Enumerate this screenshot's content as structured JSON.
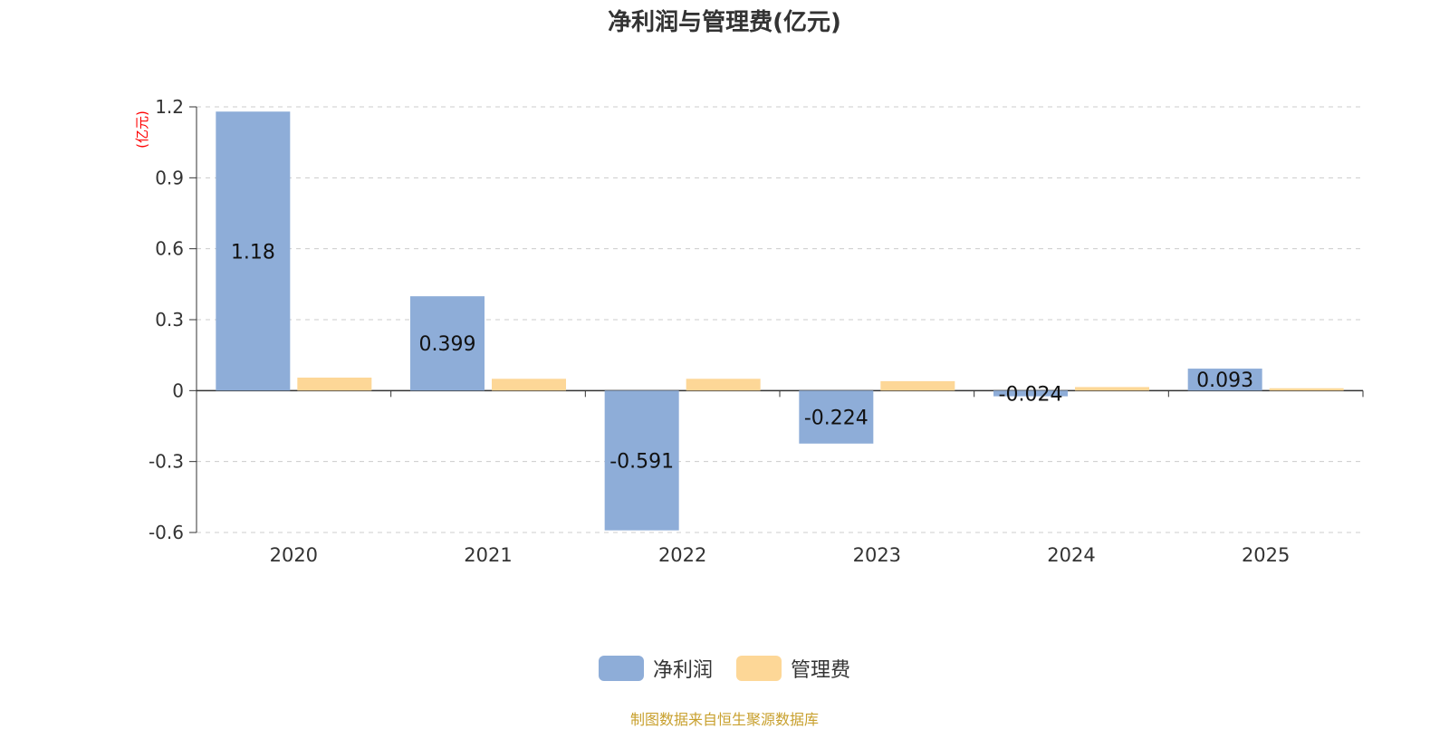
{
  "chart_data": {
    "type": "bar",
    "title": "净利润与管理费(亿元)",
    "ylabel": "(亿元)",
    "categories": [
      "2020",
      "2021",
      "2022",
      "2023",
      "2024",
      "2025"
    ],
    "series": [
      {
        "name": "净利润",
        "values": [
          1.18,
          0.399,
          -0.591,
          -0.224,
          -0.024,
          0.093
        ],
        "labels": [
          "1.18",
          "0.399",
          "-0.591",
          "-0.224",
          "-0.024",
          "0.093"
        ]
      },
      {
        "name": "管理费",
        "values": [
          0.055,
          0.05,
          0.05,
          0.04,
          0.015,
          0.01
        ]
      }
    ],
    "ylim": [
      -0.6,
      1.2
    ],
    "yticks": [
      1.2,
      0.9,
      0.6,
      0.3,
      0,
      -0.3,
      -0.6
    ],
    "ytick_labels": [
      "1.2",
      "0.9",
      "0.6",
      "0.3",
      "0",
      "-0.3",
      "-0.6"
    ],
    "grid": true,
    "legend_position": "bottom-center"
  },
  "colors": {
    "net_profit": "#8eadd8",
    "admin_fee": "#fdd797",
    "ylabel": "#ff0000",
    "source": "#c8a02e"
  },
  "source_text": "制图数据来自恒生聚源数据库"
}
